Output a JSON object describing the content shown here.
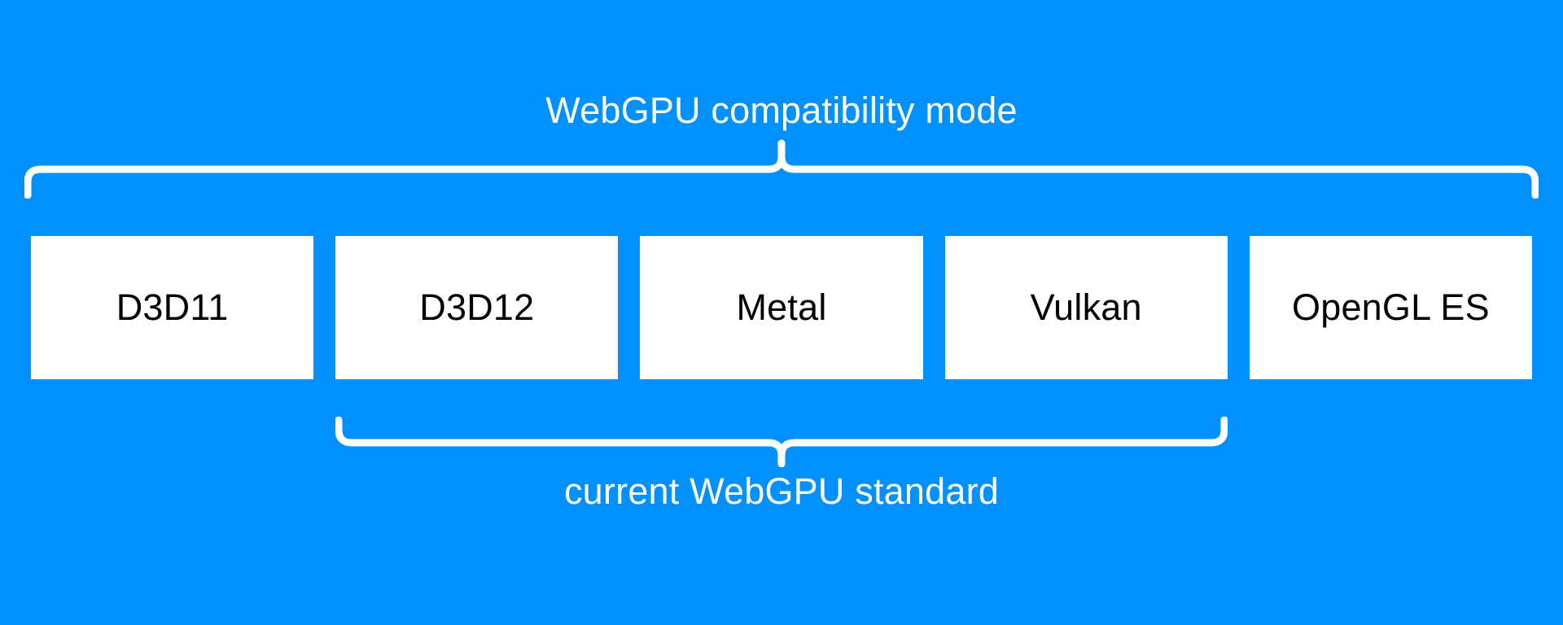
{
  "diagram": {
    "title": "WebGPU compatibility mode",
    "background_color": "#0090ff",
    "box_fill_color": "#ffffff",
    "box_text_color": "#000000",
    "brace_color": "#ffffff",
    "top_group": {
      "label": "WebGPU compatibility mode",
      "covers": [
        "D3D11",
        "D3D12",
        "Metal",
        "Vulkan",
        "OpenGL ES"
      ]
    },
    "bottom_group": {
      "label": "current WebGPU standard",
      "covers": [
        "D3D12",
        "Metal",
        "Vulkan"
      ]
    },
    "boxes": [
      {
        "label": "D3D11"
      },
      {
        "label": "D3D12"
      },
      {
        "label": "Metal"
      },
      {
        "label": "Vulkan"
      },
      {
        "label": "OpenGL ES"
      }
    ]
  }
}
